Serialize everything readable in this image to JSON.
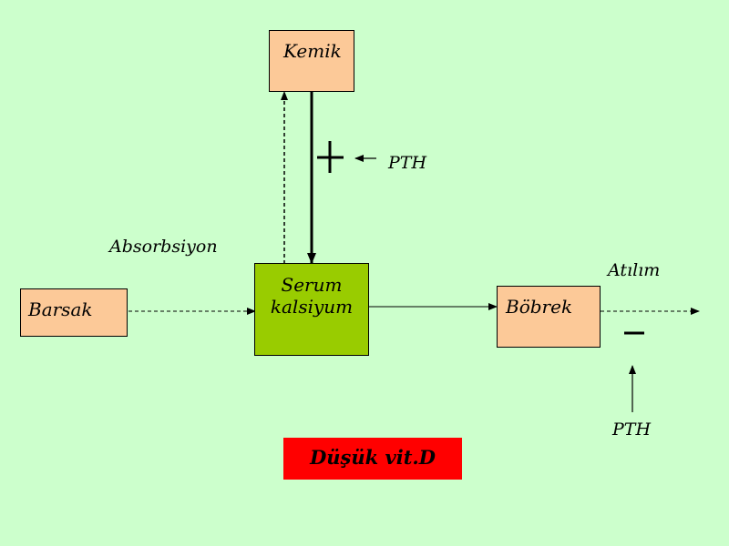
{
  "nodes": {
    "kemik": "Kemik",
    "serum": {
      "line1": "Serum",
      "line2": "kalsiyum"
    },
    "barsak": "Barsak",
    "bobrek": "Böbrek"
  },
  "labels": {
    "pth_top": "PTH",
    "pth_bottom": "PTH",
    "absorbsiyon": "Absorbsiyon",
    "atilim": "Atılım"
  },
  "effects": {
    "top_sign": "+",
    "bottom_sign": "−"
  },
  "warning": "Düşük vit.D",
  "colors": {
    "background": "#ccffcc",
    "salmon": "#fcc998",
    "green": "#99cc00",
    "red": "#ff0000"
  }
}
